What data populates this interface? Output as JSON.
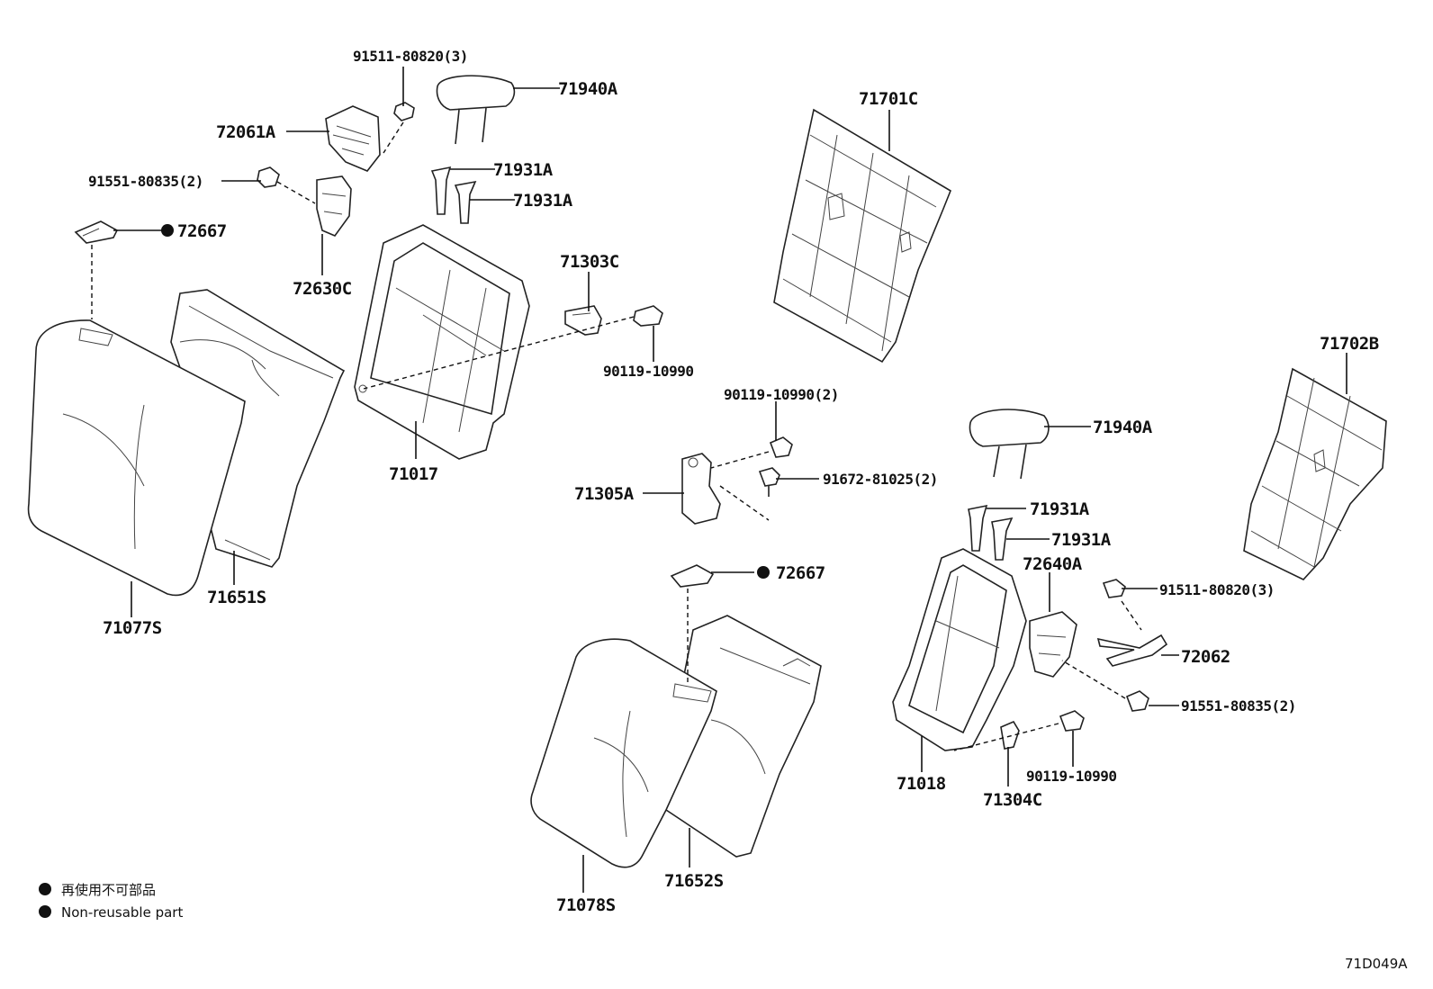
{
  "diagram": {
    "callouts": {
      "p91511_top": "91511-80820(3)",
      "p71940A_top": "71940A",
      "p72061A": "72061A",
      "p91551_top": "91551-80835(2)",
      "p71931A_1": "71931A",
      "p71931A_2": "71931A",
      "p72667_left": "72667",
      "p72630C": "72630C",
      "p71303C": "71303C",
      "p90119_a": "90119-10990",
      "p71017": "71017",
      "p71651S": "71651S",
      "p71077S": "71077S",
      "p71701C": "71701C",
      "p71702B": "71702B",
      "p90119_b": "90119-10990(2)",
      "p71940A_bot": "71940A",
      "p91672": "91672-81025(2)",
      "p71305A": "71305A",
      "p71931A_3": "71931A",
      "p71931A_4": "71931A",
      "p72640A": "72640A",
      "p91511_bot": "91511-80820(3)",
      "p72667_mid": "72667",
      "p72062": "72062",
      "p91551_bot": "91551-80835(2)",
      "p71018": "71018",
      "p90119_c": "90119-10990",
      "p71304C": "71304C",
      "p71652S": "71652S",
      "p71078S": "71078S"
    },
    "legend": {
      "jp": "再使用不可部品",
      "en": "Non-reusable part"
    },
    "figure_id": "71D049A"
  }
}
